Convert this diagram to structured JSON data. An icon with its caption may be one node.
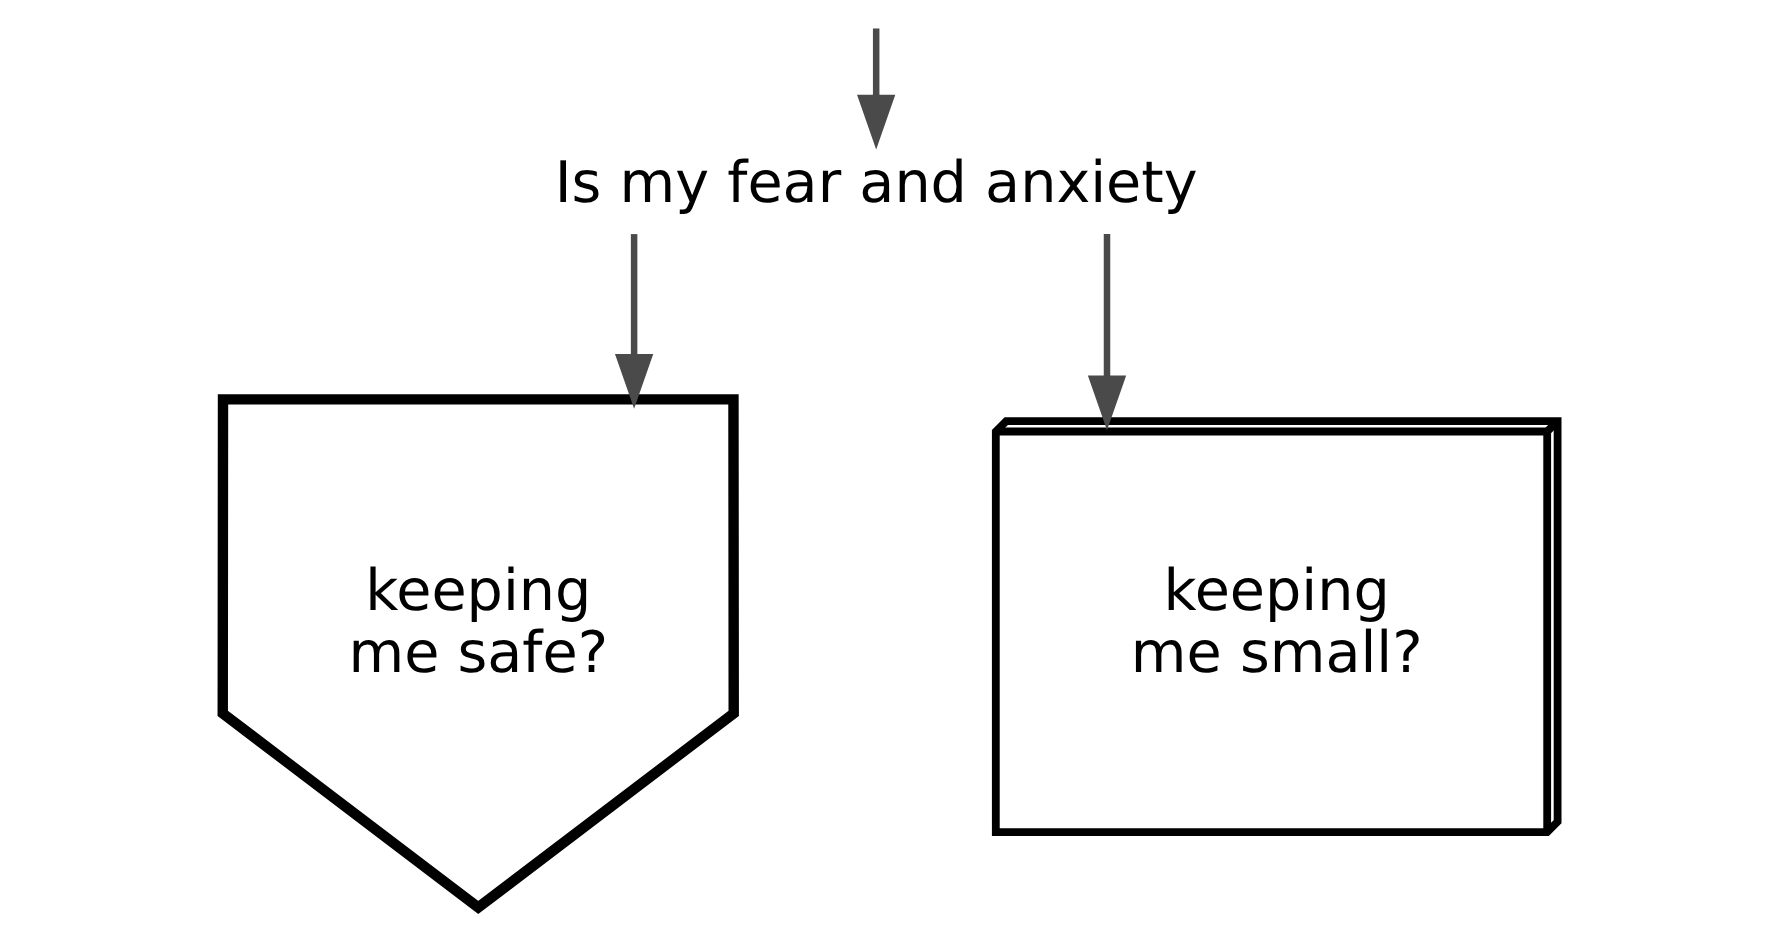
{
  "diagram": {
    "nodes": [
      {
        "text": [
          "Is my fear and anxiety"
        ]
      },
      {
        "text": [
          "keeping me safe?"
        ]
      },
      {
        "text": [
          "keeping me small?"
        ]
      }
    ],
    "edges": [
      {
        "from": null,
        "to": 0,
        "arrow": "to"
      },
      {
        "from": 0,
        "to": 1,
        "arrow": "to"
      },
      {
        "from": 0,
        "to": 2,
        "arrow": "to"
      }
    ]
  }
}
